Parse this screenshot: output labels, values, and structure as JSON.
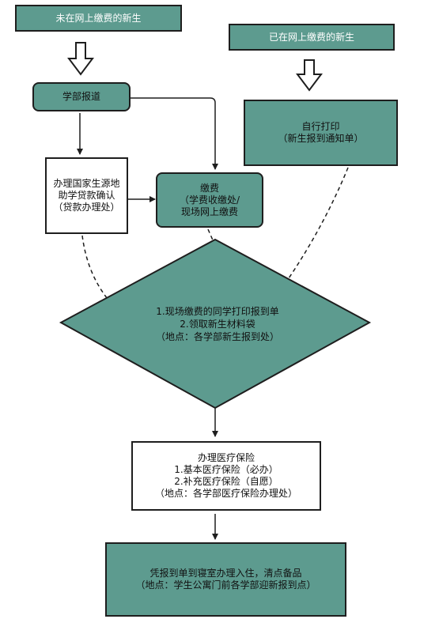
{
  "nodes": {
    "not_paid_online": {
      "lines": [
        "未在网上缴费的新生"
      ]
    },
    "paid_online": {
      "lines": [
        "已在网上缴费的新生"
      ]
    },
    "department_report": {
      "lines": [
        "学部报道"
      ]
    },
    "self_print": {
      "lines": [
        "自行打印",
        "（新生报到通知单）"
      ]
    },
    "student_loan": {
      "lines": [
        "办理国家生源地",
        "助学贷款确认",
        "（贷款办理处）"
      ]
    },
    "payment": {
      "lines": [
        "缴费",
        "（学费收缴处/",
        "现场网上缴费"
      ]
    },
    "collect_materials": {
      "lines": [
        "1.现场缴费的同学打印报到单",
        "2.领取新生材料袋",
        "（地点：各学部新生报到处）"
      ]
    },
    "medical_insurance": {
      "lines": [
        "办理医疗保险",
        "1.基本医疗保险（必办）",
        "2.补充医疗保险（自愿）",
        "（地点：各学部医疗保险办理处）"
      ]
    },
    "dorm_checkin": {
      "lines": [
        "凭报到单到寝室办理入住，清点备品",
        "（地点：学生公寓门前各学部迎新报到点）"
      ]
    }
  },
  "colors": {
    "teal_fill": "#5d9b8f",
    "outline": "#1e1e1e",
    "background": "#ffffff"
  }
}
